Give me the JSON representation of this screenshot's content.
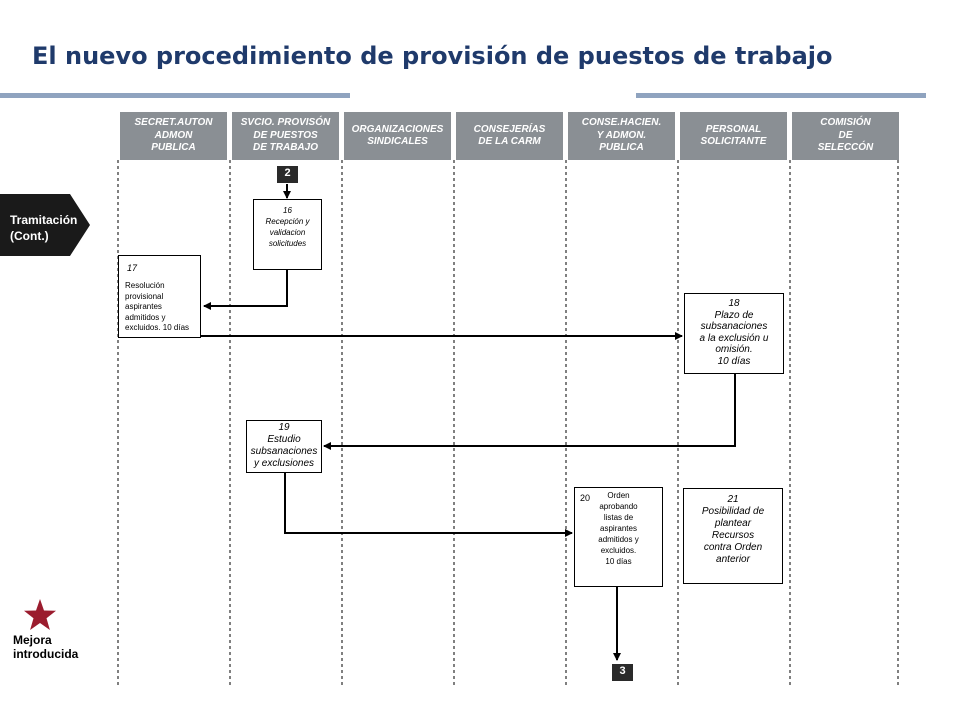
{
  "title": "El nuevo procedimiento de provisión de puestos de trabajo",
  "lanes": [
    {
      "label": "SECRET.AUTON\nADMON\nPUBLICA"
    },
    {
      "label": "SVCIO. PROVISÓN\nDE PUESTOS\nDE TRABAJO"
    },
    {
      "label": "ORGANIZACIONES\nSINDICALES"
    },
    {
      "label": "CONSEJERÍAS\nDE LA CARM"
    },
    {
      "label": "CONSE.HACIEN.\nY ADMON.\nPUBLICA"
    },
    {
      "label": "PERSONAL\nSOLICITANTE"
    },
    {
      "label": "COMISIÓN\nDE\nSELECCÓN"
    }
  ],
  "phase": "Tramitación\n(Cont.)",
  "connectors": {
    "top": "2",
    "bottom": "3"
  },
  "steps": {
    "s16": "16\nRecepción y\nvalidacion\nsolicitudes",
    "s17_num": "17",
    "s17_text": "Resolución\nprovisional\naspirantes\nadmitidos y\nexcluidos. 10 días",
    "s18": "18\nPlazo de\nsubsanaciones\na la exclusión u\nomisión.\n10 días",
    "s19": "19\nEstudio\nsubsanaciones\ny exclusiones",
    "s20_num": "20",
    "s20_text": "Orden\naprobando\nlistas de\naspirantes\nadmitidos y\nexcluidos.\n10 días",
    "s21": "21\nPosibilidad de\nplantear\nRecursos\ncontra Orden\nanterior"
  },
  "legend": {
    "label": "Mejora\nintroducida",
    "icon": "star-icon",
    "color": "#9b1c2e"
  },
  "colors": {
    "title": "#1f3a6b",
    "lane_header": "#8a8f94",
    "title_rule": "#8fa3bf",
    "phase_bg": "#1a1a1a"
  }
}
